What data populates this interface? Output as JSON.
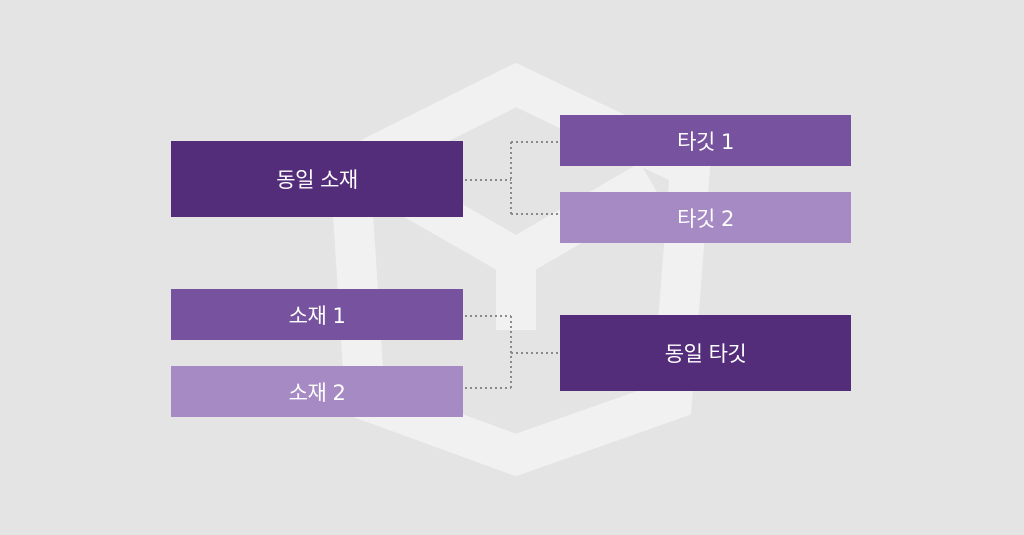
{
  "colors": {
    "dark": "#542d7a",
    "medium": "#77529e",
    "light": "#a68ac4",
    "background": "#e4e4e4",
    "watermark": "#f2f2f2",
    "connector": "#8a8a8a"
  },
  "watermark_icon": "cube-logo-icon",
  "top_group": {
    "source": "동일 소재",
    "targets": [
      "타깃 1",
      "타깃 2"
    ]
  },
  "bottom_group": {
    "sources": [
      "소재 1",
      "소재 2"
    ],
    "target": "동일 타깃"
  }
}
